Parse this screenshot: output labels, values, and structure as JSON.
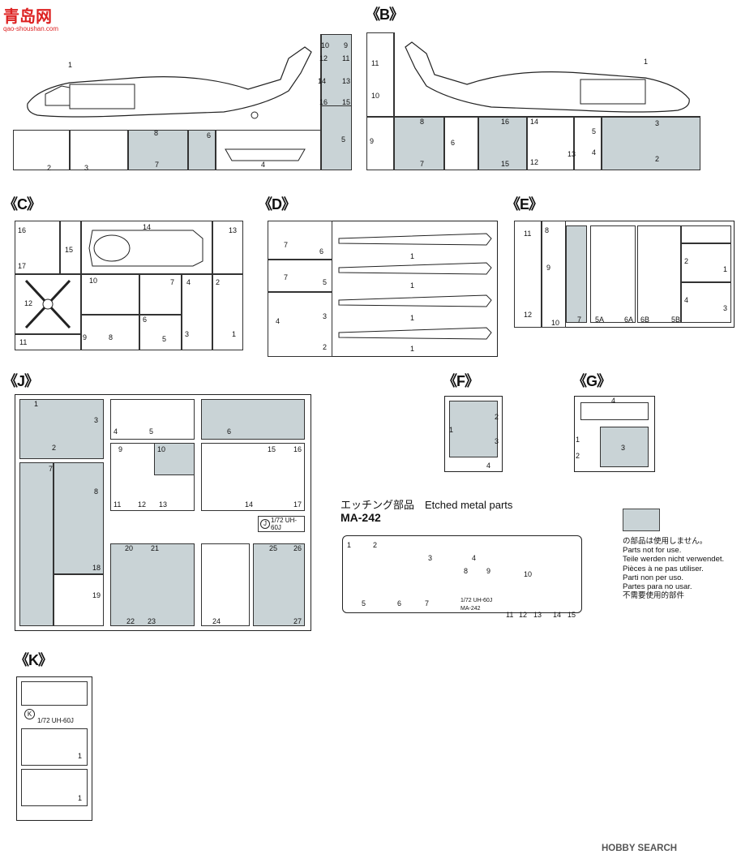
{
  "watermark": {
    "title": "青岛网",
    "sub": "qao-shoushan.com"
  },
  "sprues": {
    "A_numbers": [
      "1",
      "2",
      "3",
      "4",
      "5",
      "6",
      "7",
      "8",
      "9",
      "10",
      "11",
      "12",
      "13",
      "14",
      "15",
      "16"
    ],
    "B": {
      "label": "《B》",
      "numbers": [
        "1",
        "2",
        "3",
        "4",
        "5",
        "6",
        "7",
        "8",
        "9",
        "10",
        "11",
        "12",
        "13",
        "14",
        "15",
        "16"
      ]
    },
    "C": {
      "label": "《C》",
      "numbers": [
        "1",
        "2",
        "3",
        "4",
        "5",
        "6",
        "7",
        "8",
        "9",
        "10",
        "11",
        "12",
        "13",
        "14",
        "15",
        "16",
        "17"
      ]
    },
    "D": {
      "label": "《D》",
      "numbers": [
        "1",
        "1",
        "1",
        "1",
        "2",
        "3",
        "4",
        "5",
        "6",
        "7",
        "7"
      ]
    },
    "E": {
      "label": "《E》",
      "numbers": [
        "1",
        "2",
        "3",
        "4",
        "5A",
        "5B",
        "6A",
        "6B",
        "7",
        "8",
        "9",
        "10",
        "11",
        "12"
      ]
    },
    "J": {
      "label": "《J》",
      "numbers": [
        "1",
        "2",
        "3",
        "4",
        "5",
        "6",
        "7",
        "8",
        "9",
        "10",
        "11",
        "12",
        "13",
        "14",
        "15",
        "16",
        "17",
        "18",
        "19",
        "20",
        "21",
        "22",
        "23",
        "24",
        "25",
        "26",
        "27"
      ],
      "tag": "1/72 UH-60J",
      "circle": "J"
    },
    "F": {
      "label": "《F》",
      "numbers": [
        "1",
        "2",
        "3",
        "4"
      ]
    },
    "G": {
      "label": "《G》",
      "numbers": [
        "1",
        "2",
        "3",
        "4"
      ]
    },
    "K": {
      "label": "《K》",
      "numbers": [
        "1",
        "1"
      ],
      "tag": "1/72 UH-60J",
      "circle": "K"
    }
  },
  "etched": {
    "title": "エッチング部品　Etched metal parts",
    "code": "MA-242",
    "numbers": [
      "1",
      "2",
      "3",
      "4",
      "5",
      "6",
      "7",
      "8",
      "9",
      "10",
      "11",
      "12",
      "13",
      "14",
      "15"
    ],
    "tag": "1/72 UH-60J",
    "code_small": "MA-242"
  },
  "legend": {
    "lines": [
      "の部品は使用しません。",
      "Parts not for use.",
      "Teile werden nicht verwendet.",
      "Pièces à ne pas utiliser.",
      "Parti non per uso.",
      "Partes para no usar.",
      "不需要使用的部件"
    ]
  },
  "footer": {
    "text": "HOBBY SEARCH"
  },
  "colors": {
    "unused": "#c9d3d6",
    "ink": "#222222"
  }
}
